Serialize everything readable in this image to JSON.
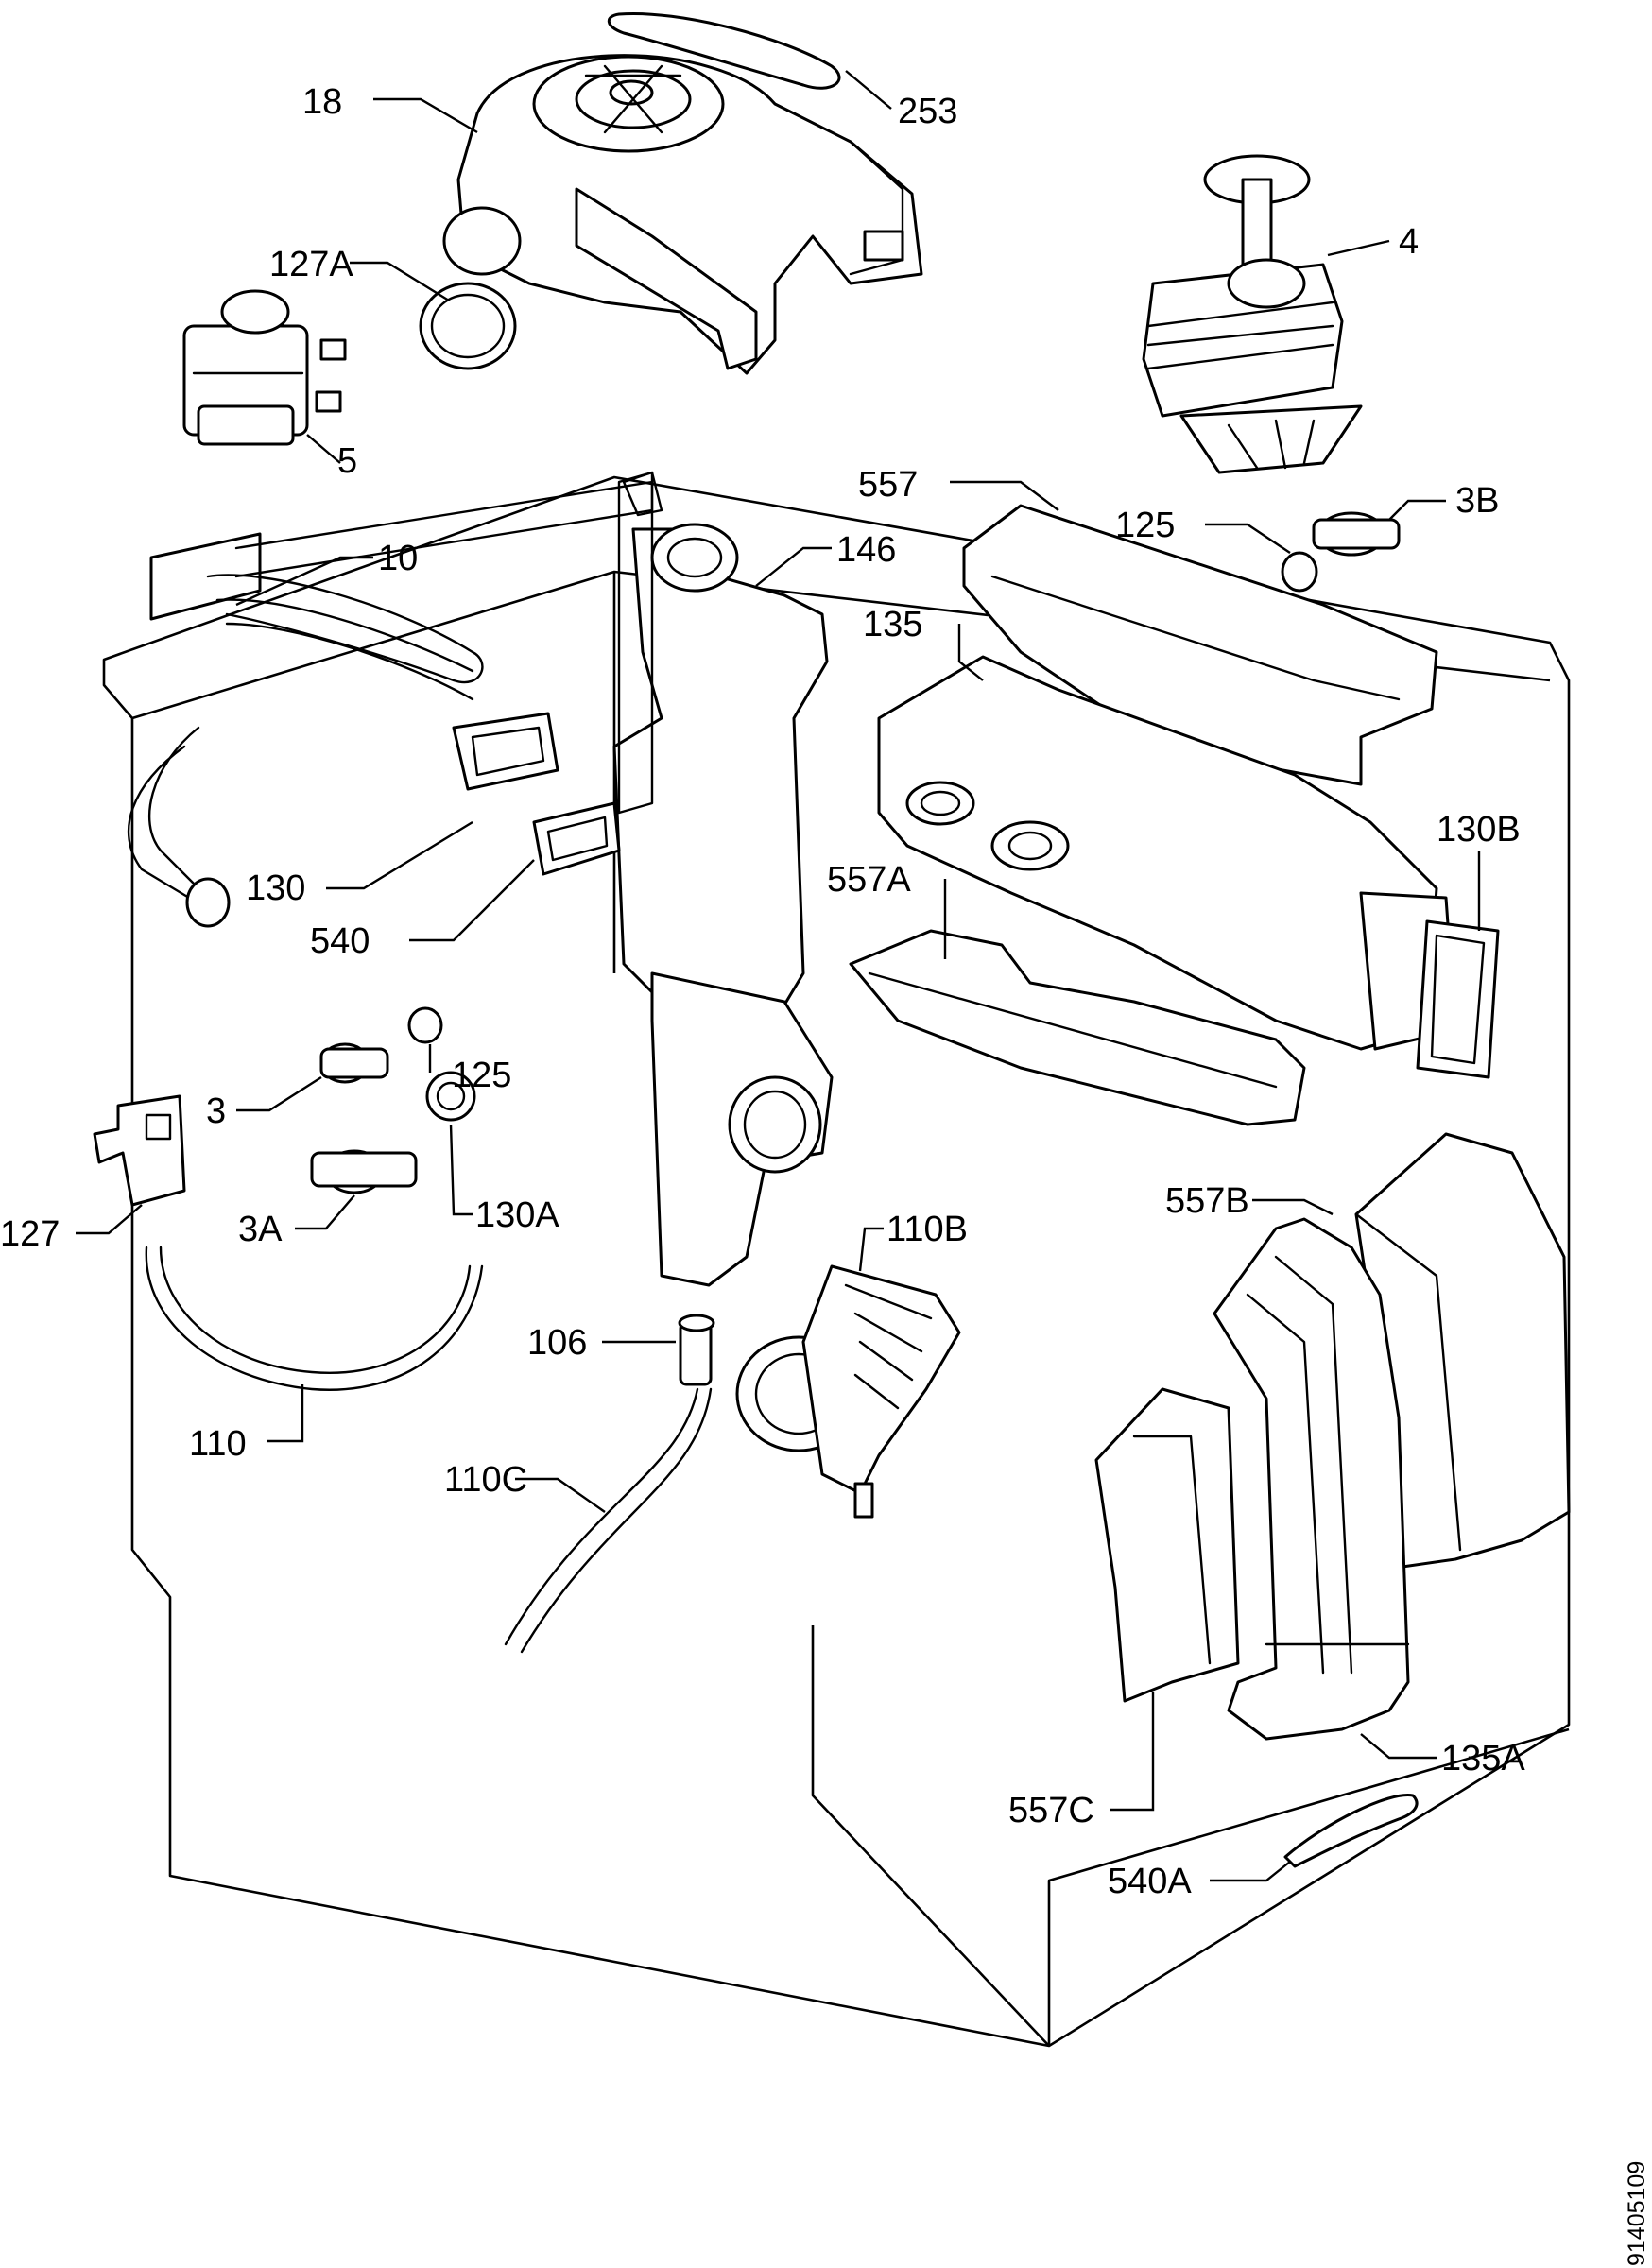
{
  "drawing_code": "91405109",
  "labels": [
    {
      "id": "l253",
      "text": "253"
    },
    {
      "id": "l18",
      "text": "18"
    },
    {
      "id": "l127A",
      "text": "127A"
    },
    {
      "id": "l4",
      "text": "4"
    },
    {
      "id": "l5",
      "text": "5"
    },
    {
      "id": "l557",
      "text": "557"
    },
    {
      "id": "l125a",
      "text": "125"
    },
    {
      "id": "l3B",
      "text": "3B"
    },
    {
      "id": "l10",
      "text": "10"
    },
    {
      "id": "l146",
      "text": "146"
    },
    {
      "id": "l135",
      "text": "135"
    },
    {
      "id": "l130B",
      "text": "130B"
    },
    {
      "id": "l557A",
      "text": "557A"
    },
    {
      "id": "l130",
      "text": "130"
    },
    {
      "id": "l540",
      "text": "540"
    },
    {
      "id": "l125b",
      "text": "125"
    },
    {
      "id": "l3",
      "text": "3"
    },
    {
      "id": "l127",
      "text": "127"
    },
    {
      "id": "l3A",
      "text": "3A"
    },
    {
      "id": "l130A",
      "text": "130A"
    },
    {
      "id": "l110B",
      "text": "110B"
    },
    {
      "id": "l557B",
      "text": "557B"
    },
    {
      "id": "l106",
      "text": "106"
    },
    {
      "id": "l110",
      "text": "110"
    },
    {
      "id": "l110C",
      "text": "110C"
    },
    {
      "id": "l135A",
      "text": "135A"
    },
    {
      "id": "l557C",
      "text": "557C"
    },
    {
      "id": "l540A",
      "text": "540A"
    }
  ]
}
